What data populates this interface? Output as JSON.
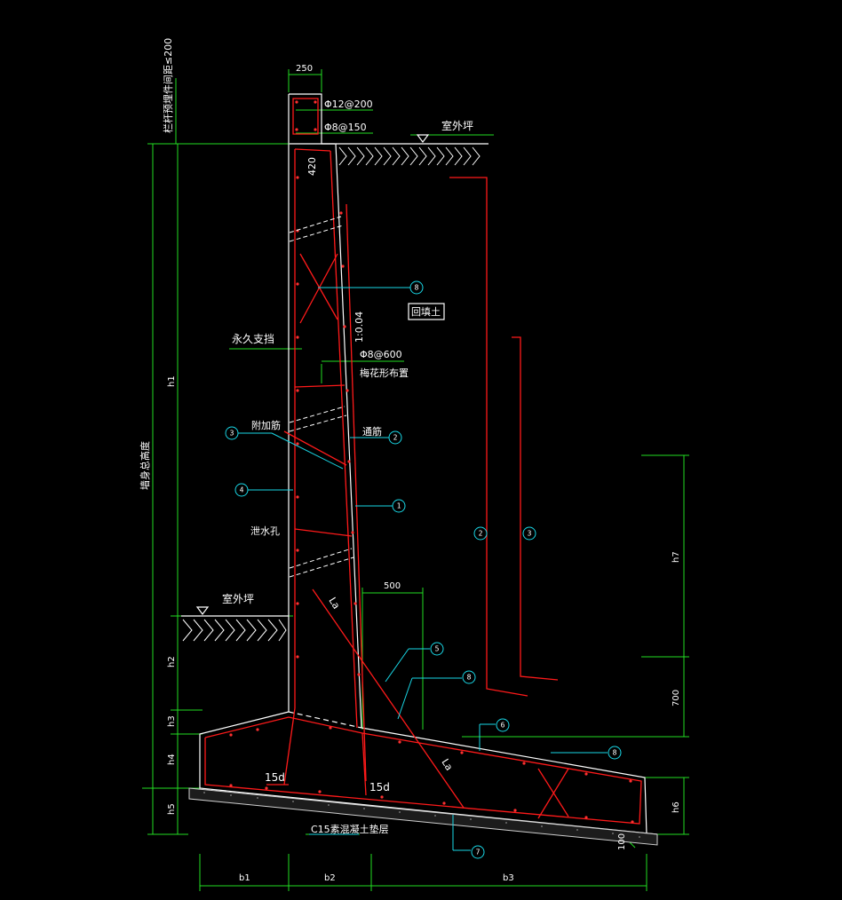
{
  "labels": {
    "dim_250": "250",
    "rebar_top1": "Φ12@200",
    "rebar_top2": "Φ8@150",
    "outdoor_top": "室外坪",
    "dim_420": "420",
    "slope": "1:0.04",
    "backfill": "回填土",
    "permanent_support": "永久支挡",
    "tie_bar": "Φ8@600",
    "tie_bar_note": "梅花形布置",
    "extra_bar": "附加筋",
    "through_bar": "通筋",
    "drain_hole": "泄水孔",
    "dim_500": "500",
    "outdoor_bottom": "室外坪",
    "la_1": "La",
    "la_2": "La",
    "d15_1": "15d",
    "d15_2": "15d",
    "cushion": "C15素混凝土垫层",
    "dim_100": "100",
    "dim_700": "700",
    "wall_height": "墙身总高度",
    "h1": "h1",
    "h2": "h2",
    "h3": "h3",
    "h4": "h4",
    "h5": "h5",
    "h6": "h6",
    "h7": "h7",
    "b1": "b1",
    "b2": "b2",
    "b3": "b3",
    "top_note": "栏杆预埋件间距≤200"
  },
  "callouts": {
    "c1": "1",
    "c2a": "2",
    "c2b": "2",
    "c3a": "3",
    "c3b": "3",
    "c4": "4",
    "c5": "5",
    "c6": "6",
    "c7": "7",
    "c8a": "8",
    "c8b": "8",
    "c8c": "8"
  },
  "colors": {
    "background": "#000000",
    "outline": "#ffffff",
    "rebar": "#ff1a1a",
    "dimension": "#22dd22",
    "callout": "#19d7e6"
  }
}
